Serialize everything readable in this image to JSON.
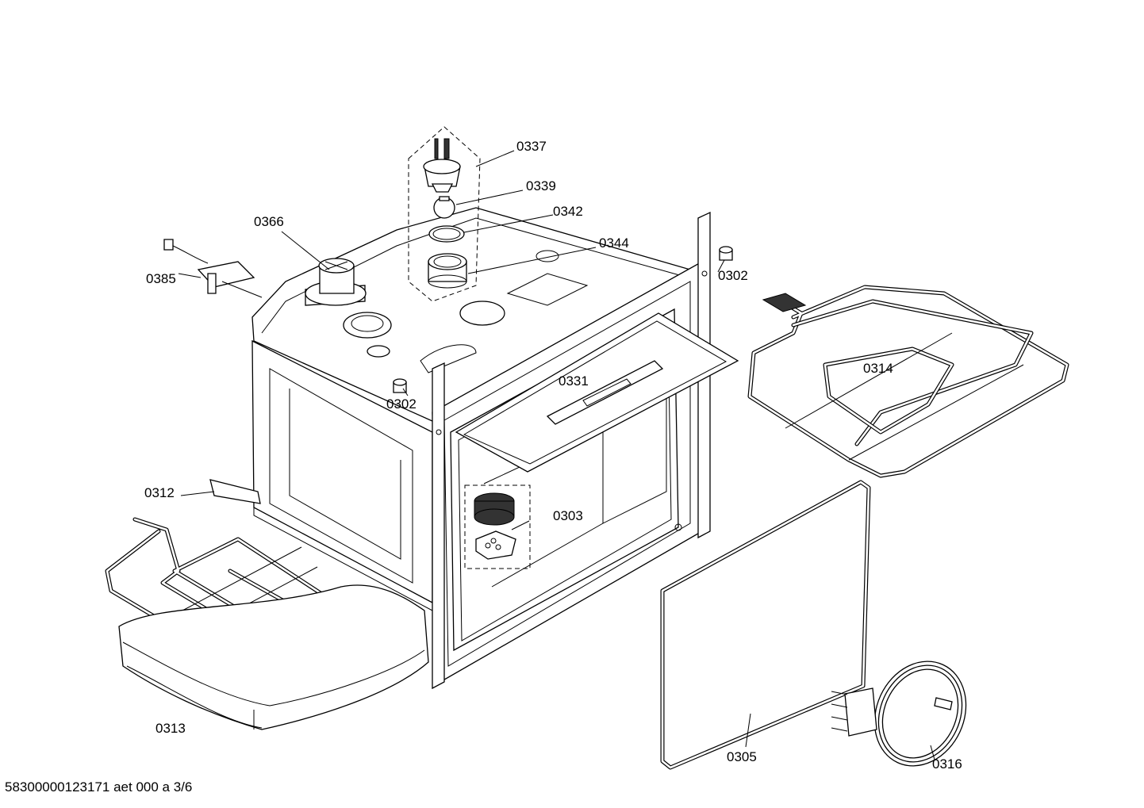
{
  "labels": {
    "p0337": "0337",
    "p0339": "0339",
    "p0342": "0342",
    "p0344": "0344",
    "p0366": "0366",
    "p0385": "0385",
    "p0302_right": "0302",
    "p0302_left": "0302",
    "p0314": "0314",
    "p0331": "0331",
    "p0312": "0312",
    "p0303": "0303",
    "p0313": "0313",
    "p0305": "0305",
    "p0316": "0316"
  },
  "footer": "58300000123171 aet 000 a 3/6"
}
